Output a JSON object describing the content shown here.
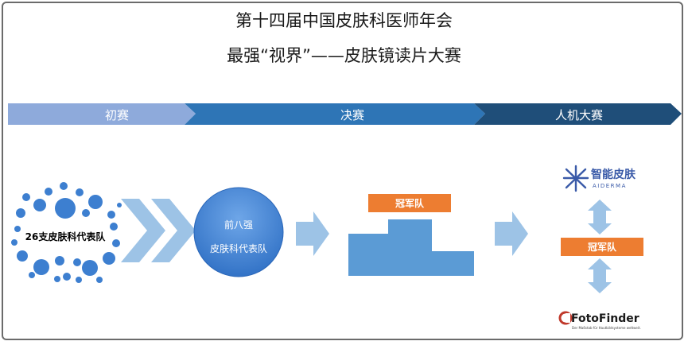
{
  "title": {
    "line1": "第十四届中国皮肤科医师年会",
    "line2": "最强“视界”——皮肤镜读片大赛"
  },
  "stages": [
    {
      "label": "初赛",
      "color": "#8eaadb"
    },
    {
      "label": "决赛",
      "color": "#2e75b6"
    },
    {
      "label": "人机大赛",
      "color": "#1f4e79"
    }
  ],
  "cluster_label": "26支皮肤科代表队",
  "top8": {
    "line1": "前八强",
    "line2": "皮肤科代表队"
  },
  "champion_label": "冠军队",
  "human_champion_label": "冠军队",
  "logos": {
    "aiderma_cn": "智能皮肤",
    "aiderma_en": "AIDERMA",
    "fotofinder": "FotoFinder",
    "fotofinder_tagline": "Der Maßstab für Hautbildsysteme weltweit."
  },
  "colors": {
    "light_blue": "#8eaadb",
    "mid_blue": "#2e75b6",
    "dark_blue": "#1f4e79",
    "circle_blue": "#3d7fd0",
    "podium": "#5b9bd5",
    "orange": "#ed7d31",
    "arrow": "#9dc3e6"
  }
}
